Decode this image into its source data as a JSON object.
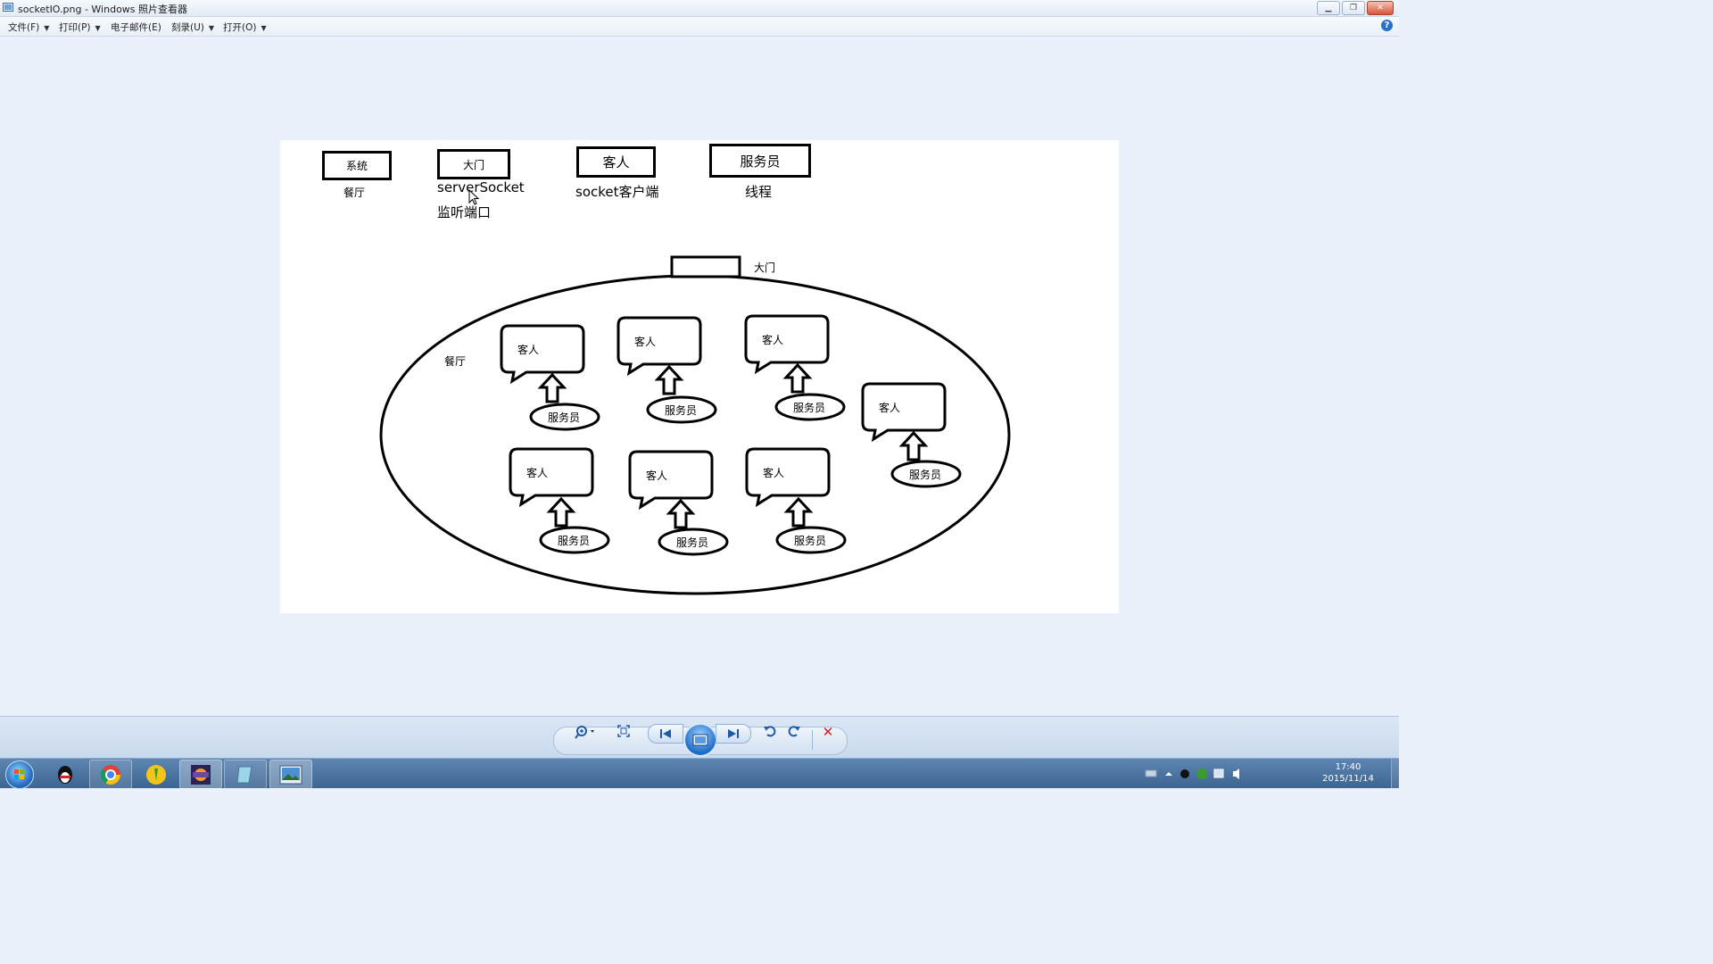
{
  "window": {
    "title": "socketIO.png - Windows 照片查看器"
  },
  "menu": {
    "items": [
      {
        "label": "文件(F)",
        "has_dropdown": true
      },
      {
        "label": "打印(P)",
        "has_dropdown": true
      },
      {
        "label": "电子邮件(E)",
        "has_dropdown": false
      },
      {
        "label": "刻录(U)",
        "has_dropdown": true
      },
      {
        "label": "打开(O)",
        "has_dropdown": true
      }
    ]
  },
  "diagram": {
    "legend": [
      {
        "box": "系统",
        "caption": "餐厅"
      },
      {
        "box": "大门",
        "caption": "serverSocket",
        "caption2": "监听端口"
      },
      {
        "box": "客人",
        "caption": "socket客户端"
      },
      {
        "box": "服务员",
        "caption": "线程"
      }
    ],
    "gate_label": "大门",
    "restaurant_label": "餐厅",
    "guest_label": "客人",
    "waiter_label": "服务员"
  },
  "toolbar": {
    "buttons": [
      "zoom-icon",
      "actual-size-icon",
      "previous-icon",
      "slideshow-icon",
      "next-icon",
      "rotate-left-icon",
      "rotate-right-icon",
      "delete-icon"
    ]
  },
  "taskbar": {
    "apps": [
      "qq-icon",
      "chrome-icon",
      "qq-music-icon",
      "java-ee-icon",
      "notepad-icon",
      "photo-viewer-icon"
    ],
    "time": "17:40",
    "date": "2015/11/14"
  },
  "colors": {
    "delete": "#cc2222",
    "accent": "#1e5aa8"
  }
}
